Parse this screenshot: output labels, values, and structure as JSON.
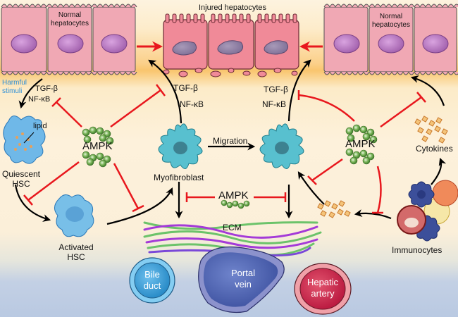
{
  "figure": {
    "title": "AMPK in liver fibrosis: hepatocytes, HSC activation, myofibroblasts, immunocytes",
    "labels": {
      "normal_hepatocytes_left": "Normal\nhepatocytes",
      "normal_hepatocytes_right": "Normal\nhepatocytes",
      "injured_hepatocytes": "Injured hepatocytes",
      "harmful_stimuli": "Harmful\nstimuli",
      "tgf_left": "TGF-β",
      "nfkb_left": "NF-κB",
      "tgf_center": "TGF-β",
      "nfkb_center": "NF-κB",
      "tgf_right": "TGF-β",
      "nfkb_right": "NF-κB",
      "lipid": "lipid",
      "quiescent_hsc": "Quiescent\nHSC",
      "activated_hsc": "Activated\nHSC",
      "myofibroblast": "Myofibroblast",
      "migration": "Migration",
      "ampk_left": "AMPK",
      "ampk_center": "AMPK",
      "ampk_right": "AMPK",
      "ecm": "ECM",
      "cytokines": "Cytokines",
      "immunocytes": "Immunocytes",
      "bile_duct": "Bile\nduct",
      "portal_vein": "Portal\nvein",
      "hepatic_artery": "Hepatic\nartery"
    },
    "colors": {
      "activation_arrow": "#000000",
      "inhibition": "#e8171d",
      "injury_arrow": "#e8171d",
      "ampk": "#5a9a3c",
      "hsc": "#5aaee0",
      "myofibroblast": "#4fb8c8",
      "cytokine": "#e39a3a",
      "ecm_green": "#6cc36a",
      "ecm_purple": "#a43ad8"
    }
  }
}
